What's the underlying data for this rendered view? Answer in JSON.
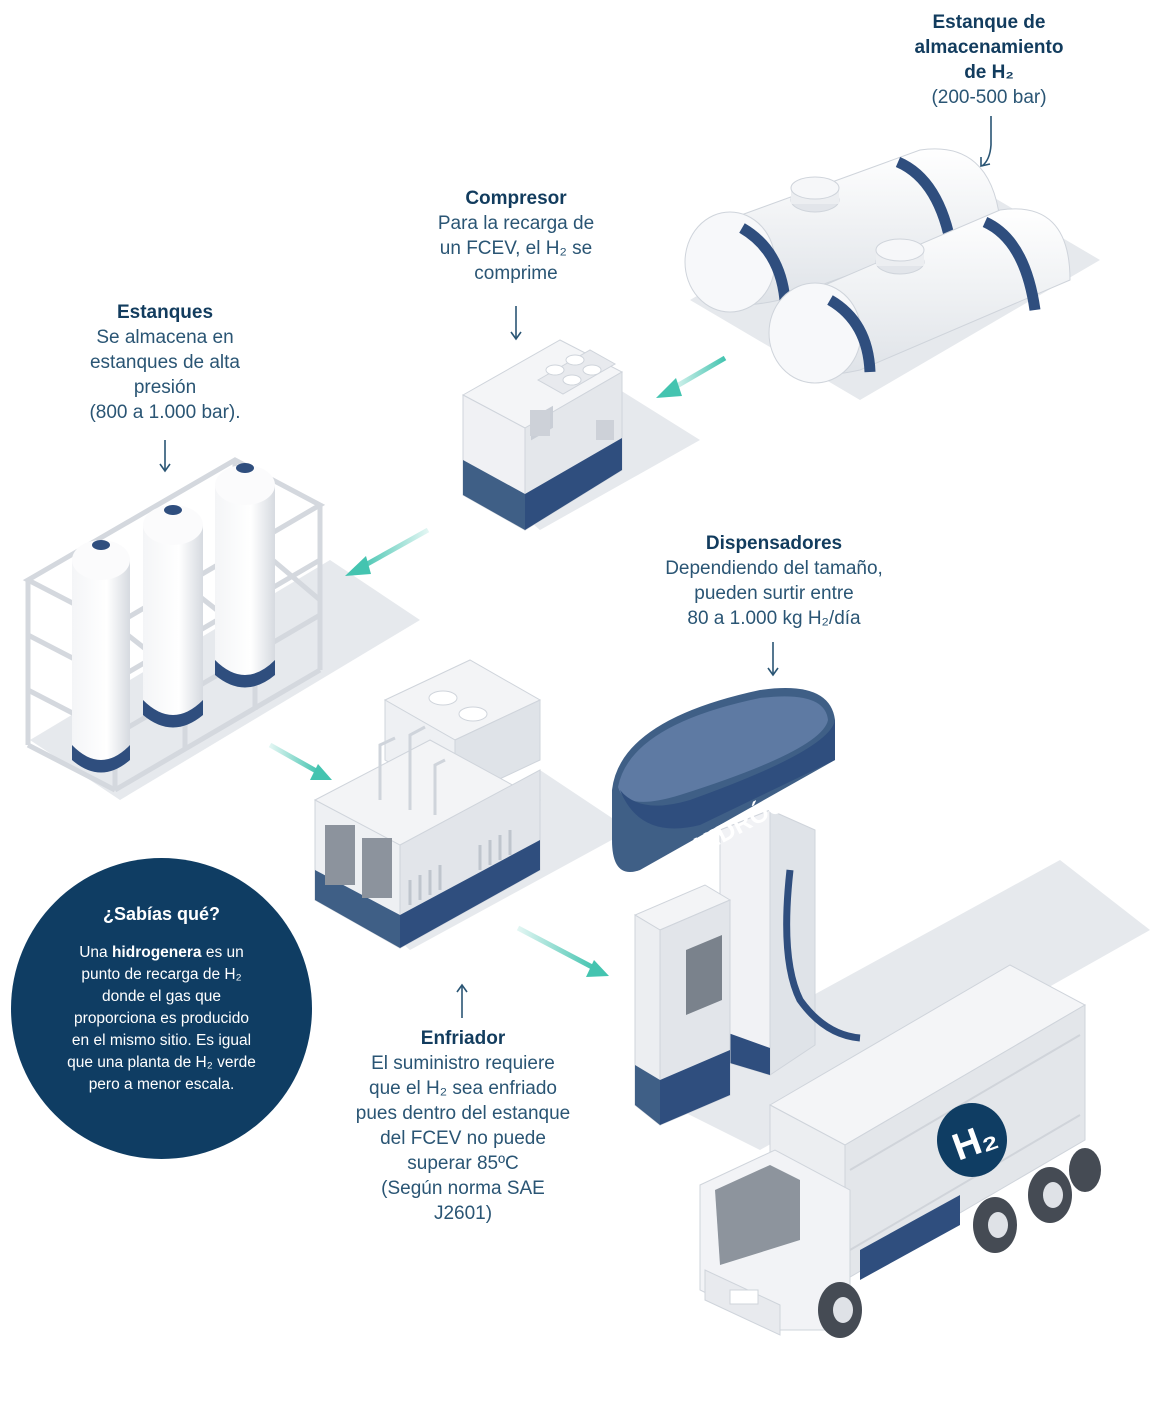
{
  "labels": {
    "storage_tank": {
      "title_line1": "Estanque de",
      "title_line2": "almacenamiento",
      "title_line3": "de H₂",
      "line1": "(200-500 bar)"
    },
    "compressor": {
      "title": "Compresor",
      "line1": "Para la recarga de",
      "line2": "un FCEV, el H₂ se",
      "line3": "comprime"
    },
    "tanks": {
      "title": "Estanques",
      "line1": "Se almacena en",
      "line2": "estanques de alta",
      "line3": "presión",
      "line4": "(800 a 1.000 bar)."
    },
    "dispensers": {
      "title": "Dispensadores",
      "line1": "Dependiendo del tamaño,",
      "line2": "pueden surtir entre",
      "line3": "80 a 1.000 kg H₂/día"
    },
    "cooler": {
      "title": "Enfriador",
      "line1": "El suministro requiere",
      "line2": "que el H₂ sea enfriado",
      "line3": "pues dentro del estanque",
      "line4": "del FCEV no puede",
      "line5": "superar 85ºC",
      "line6": "(Según norma SAE",
      "line7": "J2601)"
    }
  },
  "station_sign": "HIDRÓGENO",
  "truck_badge": "H₂",
  "did_you_know": {
    "title": "¿Sabías qué?",
    "line1_pre": "Una ",
    "line1_bold": "hidrogenera",
    "line1_post": " es un",
    "line2": "punto de recarga de H₂",
    "line3": "donde el gas que",
    "line4": "proporciona es producido",
    "line5": "en el mismo sitio. Es igual",
    "line6": "que una planta de H₂ verde",
    "line7": "pero a menor escala."
  },
  "colors": {
    "navy": "#0f3d63",
    "mid_blue": "#3f5f86",
    "teal": "#44c4b0",
    "light_gray": "#eef0f3",
    "shadow": "#e3e6ea"
  }
}
